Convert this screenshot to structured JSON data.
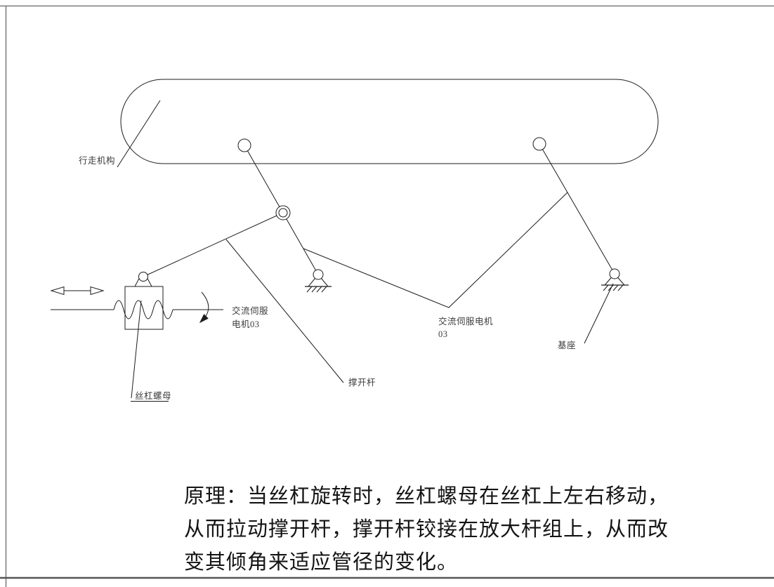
{
  "colors": {
    "background": "#ffffff",
    "drawing_line": "#1c1c1c",
    "label_text": "#3c3c3c",
    "paragraph_text": "#141414",
    "page_border": "#7a7a7a",
    "bottom_rule": "#555555"
  },
  "diagram": {
    "labels": {
      "walking_mechanism": "行走机构",
      "servo_left_line1": "交流伺服",
      "servo_left_line2": "电机03",
      "servo_middle_line1": "交流伺服电机",
      "servo_middle_line2": "03",
      "base": "基座",
      "screw_nut": "丝杠螺母",
      "spreader_rod": "撑开杆"
    },
    "icons": {
      "linear_motion": "double-headed-arrow",
      "screw_rotation": "curved-rotation-arrow",
      "ground_left": "fixed-pivot-hatch",
      "ground_right": "fixed-pivot-hatch"
    }
  },
  "principle_text": {
    "lines": [
      "原理：当丝杠旋转时，丝杠螺母在丝杠上左右移动，",
      "从而拉动撑开杆，撑开杆铰接在放大杆组上，从而改",
      "变其倾角来适应管径的变化。"
    ]
  }
}
